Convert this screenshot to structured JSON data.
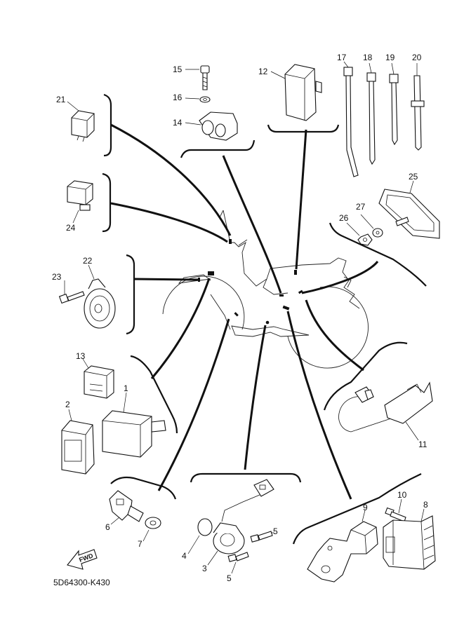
{
  "figure_code": "5D64300-K430",
  "fwd_label": "FWD",
  "callouts": {
    "c1": "1",
    "c2": "2",
    "c3": "3",
    "c4": "4",
    "c5a": "5",
    "c5b": "5",
    "c6": "6",
    "c7": "7",
    "c8": "8",
    "c9": "9",
    "c10": "10",
    "c11": "11",
    "c12": "12",
    "c13": "13",
    "c14": "14",
    "c15": "15",
    "c16": "16",
    "c17": "17",
    "c18": "18",
    "c19": "19",
    "c20": "20",
    "c21": "21",
    "c22": "22",
    "c23": "23",
    "c24": "24",
    "c25": "25",
    "c26": "26",
    "c27": "27"
  }
}
